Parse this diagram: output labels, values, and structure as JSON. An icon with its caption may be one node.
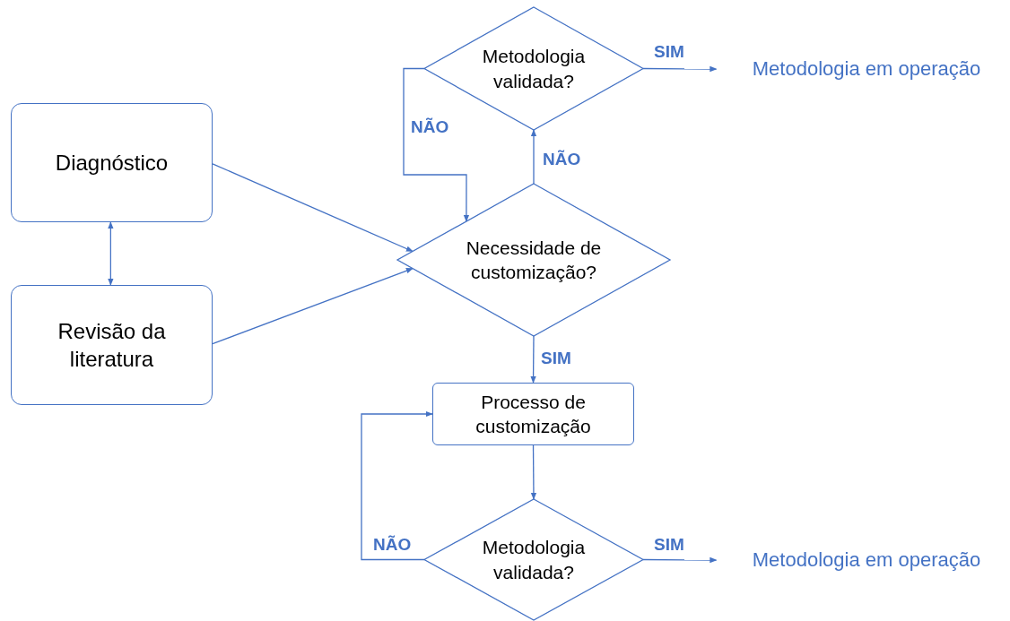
{
  "diagram": {
    "nodes": [
      {
        "text": [
          "Diagnóstico"
        ]
      },
      {
        "text": [
          "Revisão da literatura"
        ]
      },
      {
        "text": [
          "Necessidade de customização?"
        ]
      },
      {
        "text": [
          "Metodologia validada?"
        ]
      },
      {
        "text": [
          "Metodologia em operação"
        ]
      },
      {
        "text": [
          "Processo de customização"
        ]
      },
      {
        "text": [
          "Metodologia validada?"
        ]
      },
      {
        "text": [
          "Metodologia em operação"
        ]
      }
    ],
    "edges": [
      {
        "from": 0,
        "to": 1,
        "arrow": "both"
      },
      {
        "from": 0,
        "to": 2,
        "arrow": "to"
      },
      {
        "from": 1,
        "to": 2,
        "arrow": "to"
      },
      {
        "from": 2,
        "to": 3,
        "arrow": "to",
        "label": "NÃO"
      },
      {
        "from": 3,
        "to": 2,
        "arrow": "to",
        "label": "NÃO"
      },
      {
        "from": 3,
        "to": 4,
        "arrow": "to",
        "label": "SIM"
      },
      {
        "from": 2,
        "to": 5,
        "arrow": "to",
        "label": "SIM"
      },
      {
        "from": 5,
        "to": 6,
        "arrow": "to"
      },
      {
        "from": 6,
        "to": 5,
        "arrow": "to",
        "label": "NÃO"
      },
      {
        "from": 6,
        "to": 7,
        "arrow": "to",
        "label": "SIM"
      }
    ]
  }
}
